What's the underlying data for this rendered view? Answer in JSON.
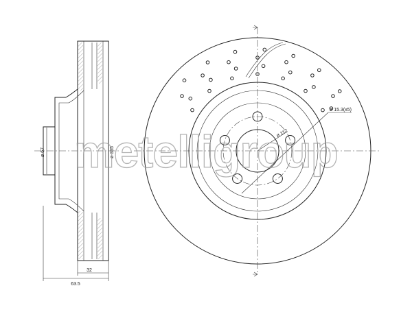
{
  "watermark": "metelligroup",
  "dimensions": {
    "outer_diameter": "ø 335",
    "center_bore": "ø 67",
    "bolt_hole": "ø 15.3(x5)",
    "bolt_circle": "ø 112",
    "total_height": "63.5",
    "disc_thickness": "32"
  },
  "bolt_hole_count": 5,
  "vent_hole_count": 28
}
